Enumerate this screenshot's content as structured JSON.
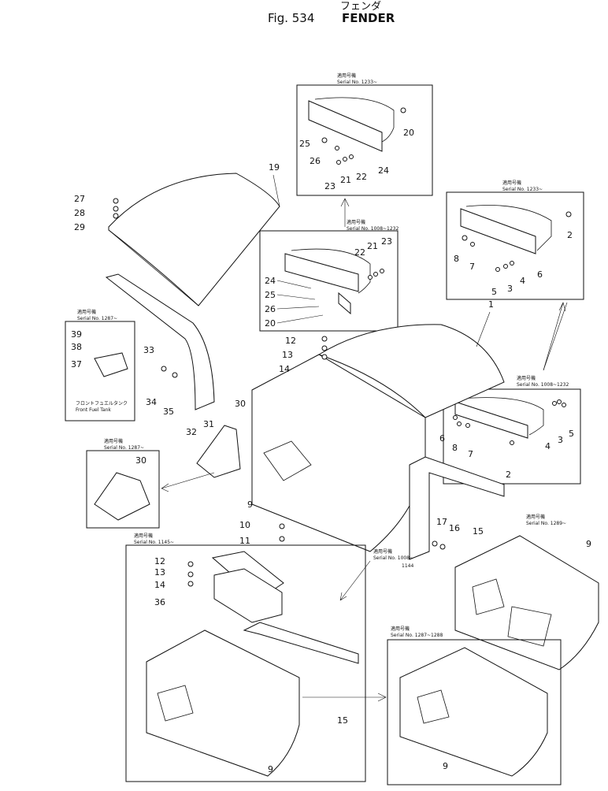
{
  "header": {
    "title_jp": "フェンダ",
    "fig_label": "Fig. 534",
    "title_en": "FENDER"
  },
  "serial_labels": {
    "jp": "適用号機",
    "top": "Serial No. 1233~",
    "mid": "Serial No. 1008~1232",
    "right_top": "Serial No. 1233~",
    "right_mid": "Serial No. 1008~1232",
    "left_tank": "Serial No. 1287~",
    "left_30": "Serial No. 1287~",
    "bottom_left": "Serial No. 1145~",
    "center_arrow_a": "Serial No. 1008~",
    "center_arrow_b": "1144",
    "right_1289": "Serial No. 1289~",
    "right_1287": "Serial No. 1287~1288"
  },
  "tank_caption": {
    "jp": "フロントフュエルタンク",
    "en": "Front Fuel Tank"
  },
  "callouts": {
    "c1": "1",
    "c2": "2",
    "c2b": "2",
    "c3": "3",
    "c3b": "3",
    "c4": "4",
    "c4b": "4",
    "c5": "5",
    "c5b": "5",
    "c6": "6",
    "c6b": "6",
    "c7": "7",
    "c7b": "7",
    "c8": "8",
    "c8b": "8",
    "c9a": "9",
    "c9b": "9",
    "c9c": "9",
    "c9d": "9",
    "c10": "10",
    "c11": "11",
    "c12a": "12",
    "c12b": "12",
    "c13a": "13",
    "c13b": "13",
    "c14a": "14",
    "c14b": "14",
    "c15a": "15",
    "c15b": "15",
    "c16": "16",
    "c17": "17",
    "c19": "19",
    "c20a": "20",
    "c20b": "20",
    "c21a": "21",
    "c21b": "21",
    "c22a": "22",
    "c22b": "22",
    "c23a": "23",
    "c23b": "23",
    "c24a": "24",
    "c24b": "24",
    "c25a": "25",
    "c25b": "25",
    "c26a": "26",
    "c26b": "26",
    "c27": "27",
    "c28": "28",
    "c29": "29",
    "c30a": "30",
    "c30b": "30",
    "c31": "31",
    "c32": "32",
    "c33": "33",
    "c34": "34",
    "c35": "35",
    "c36": "36",
    "c37": "37",
    "c38": "38",
    "c39": "39"
  }
}
